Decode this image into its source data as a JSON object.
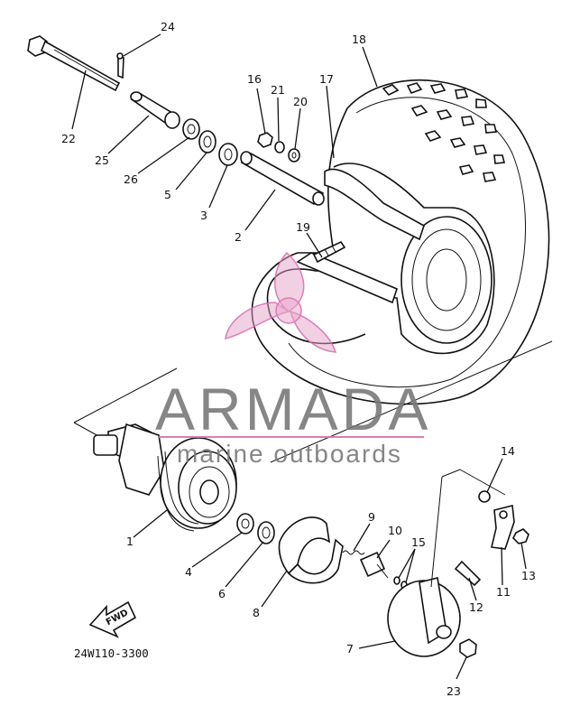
{
  "diagram_code": "24W110-3300",
  "fwd_label": "FWD",
  "watermark": {
    "brand": "ARMADA",
    "tagline": "marine outboards",
    "color_text": "#7a7a7a",
    "color_logo": "#e3a0c6",
    "color_rule": "#d86fb0"
  },
  "labels": [
    "1",
    "2",
    "3",
    "4",
    "5",
    "6",
    "7",
    "8",
    "9",
    "10",
    "11",
    "12",
    "13",
    "14",
    "15",
    "16",
    "17",
    "18",
    "19",
    "20",
    "21",
    "22",
    "23",
    "24",
    "25",
    "26"
  ]
}
